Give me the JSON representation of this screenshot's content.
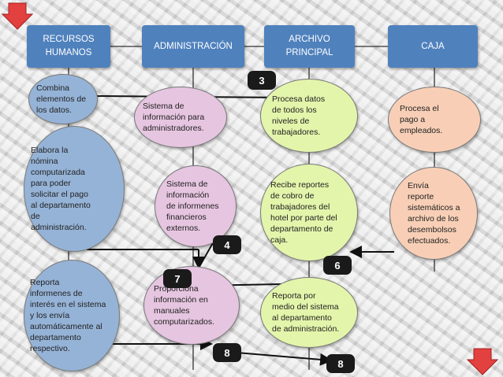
{
  "headers": {
    "rrhh": "RECURSOS\nHUMANOS",
    "admin": "ADMINISTRACIÓN",
    "archivo": "ARCHIVO\nPRINCIPAL",
    "caja": "CAJA"
  },
  "nodes": {
    "combina": "      Combina\nelementos  de\nlos datos.",
    "elabora": "   Elabora        la\nnómina\ncomputarizada\npara           poder\nsolicitar el pago\nal departamento\nde\nadministración.",
    "reporta_informes": "    Reporta\ninformenes          de\ninterés en el sistema\ny         los       envía\nautomáticamente al\ndepartamento\nrespectivo.",
    "sistema_admin": "   Sistema      de\ninformación para\nadministradores.",
    "sistema_financieros": "  Sistema  de\ninformación\nde informenes\nfinancieros\nexternos.",
    "proporciona": "      Proporciona\ninformación    en\nmanuales\ncomputarizados.",
    "procesa_datos": "   Procesa datos\nde    todos    los\nniveles          de\ntrabajadores.",
    "recibe_reportes": "    Recibe  reportes\nde      cobro      de\ntrabajadores    del\nhotel por parte del\ndepartamento   de\ncaja.",
    "reporta_medio": "  Reporta          por\nmedio del sistema\nal    departamento\nde administración.",
    "procesa_pago": "    Procesa        el\npago               a\nempleados.",
    "envia": "    Envía\nreporte\nsistemáticos  a\narchivo de los\ndesembolsos\nefectuados."
  },
  "badges": {
    "b3": "3",
    "b4": "4",
    "b6": "6",
    "b7": "7",
    "b8a": "8",
    "b8b": "8"
  },
  "icons": {
    "top_left": "arrow-down-icon",
    "bottom_right": "arrow-down-icon"
  },
  "colors": {
    "header_blue": "#4f81bd",
    "node_blue": "#95b3d7",
    "node_pink": "#e6c5e0",
    "node_green": "#e3f5ab",
    "node_orange": "#f8cfb6",
    "arrow_red": "#e34040",
    "badge": "#1a1a1a"
  }
}
